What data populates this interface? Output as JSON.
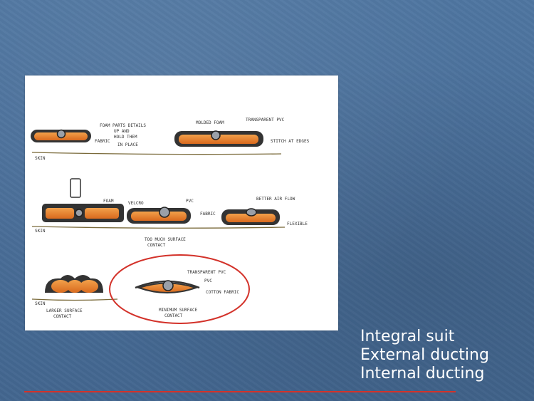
{
  "slide": {
    "accent_color": "#d3322a",
    "background_color": "#4a6f9a",
    "bullets": [
      "Integral suit",
      "External ducting",
      "Internal ducting"
    ]
  },
  "sketch": {
    "notes": {
      "row1_left_a": "FOAM PARTS DETAILS",
      "row1_left_b": "UP AND",
      "row1_left_c": "HOLD THEM",
      "row1_left_d": "IN PLACE",
      "row1_left_fabric": "FABRIC",
      "row1_right_foam": "MOLDED FOAM",
      "row1_right_pvc": "TRANSPARENT PVC",
      "row1_right_stitch": "STITCH AT EDGES",
      "skin_1": "SKIN",
      "row2_foam": "FOAM",
      "row2_velcro": "VELCRO",
      "row2_pvc": "PVC",
      "row2_fabric": "FABRIC",
      "row2_surface": "TOO MUCH SURFACE",
      "row2_contact": "CONTACT",
      "row2_right_note": "BETTER AIR FLOW",
      "row2_far_right": "FLEXIBLE",
      "skin_2": "SKIN",
      "row3_pvc": "TRANSPARENT PVC",
      "row3_pvc2": "PVC",
      "row3_cotton": "COTTON FABRIC",
      "row3_min": "MINIMUM SURFACE",
      "row3_contact": "CONTACT",
      "row3_left": "LARGER SURFACE",
      "row3_left2": "CONTACT",
      "skin_3": "SKIN"
    }
  }
}
